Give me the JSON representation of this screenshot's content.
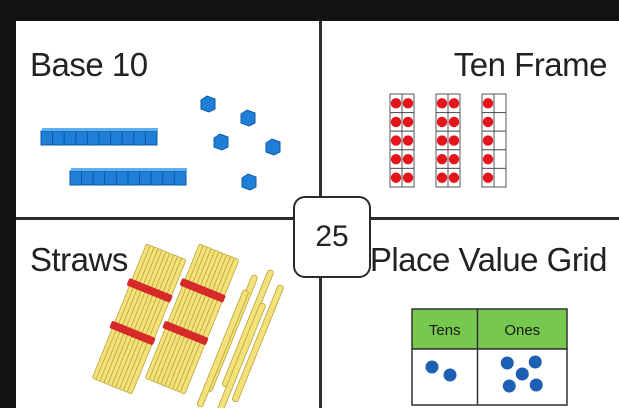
{
  "center": {
    "number": "25"
  },
  "quadrants": {
    "top_left": {
      "title": "Base 10",
      "tens_rods": 2,
      "ones_cubes": 5
    },
    "top_right": {
      "title": "Ten Frame",
      "filled_frames": 2,
      "extra_counters": 5
    },
    "bottom_left": {
      "title": "Straws",
      "bundles_of_ten": 2,
      "single_straws": 5
    },
    "bottom_right": {
      "title": "Place Value Grid",
      "headers": {
        "tens": "Tens",
        "ones": "Ones"
      },
      "tens_dots": 2,
      "ones_dots": 5
    }
  },
  "colors": {
    "block_blue": "#1f7fd6",
    "counter_red": "#e4161b",
    "straw_yellow": "#f3e27a",
    "band_red": "#d62a2a",
    "grid_header_green": "#77c84f",
    "grid_dot_blue": "#1d5fb5"
  }
}
